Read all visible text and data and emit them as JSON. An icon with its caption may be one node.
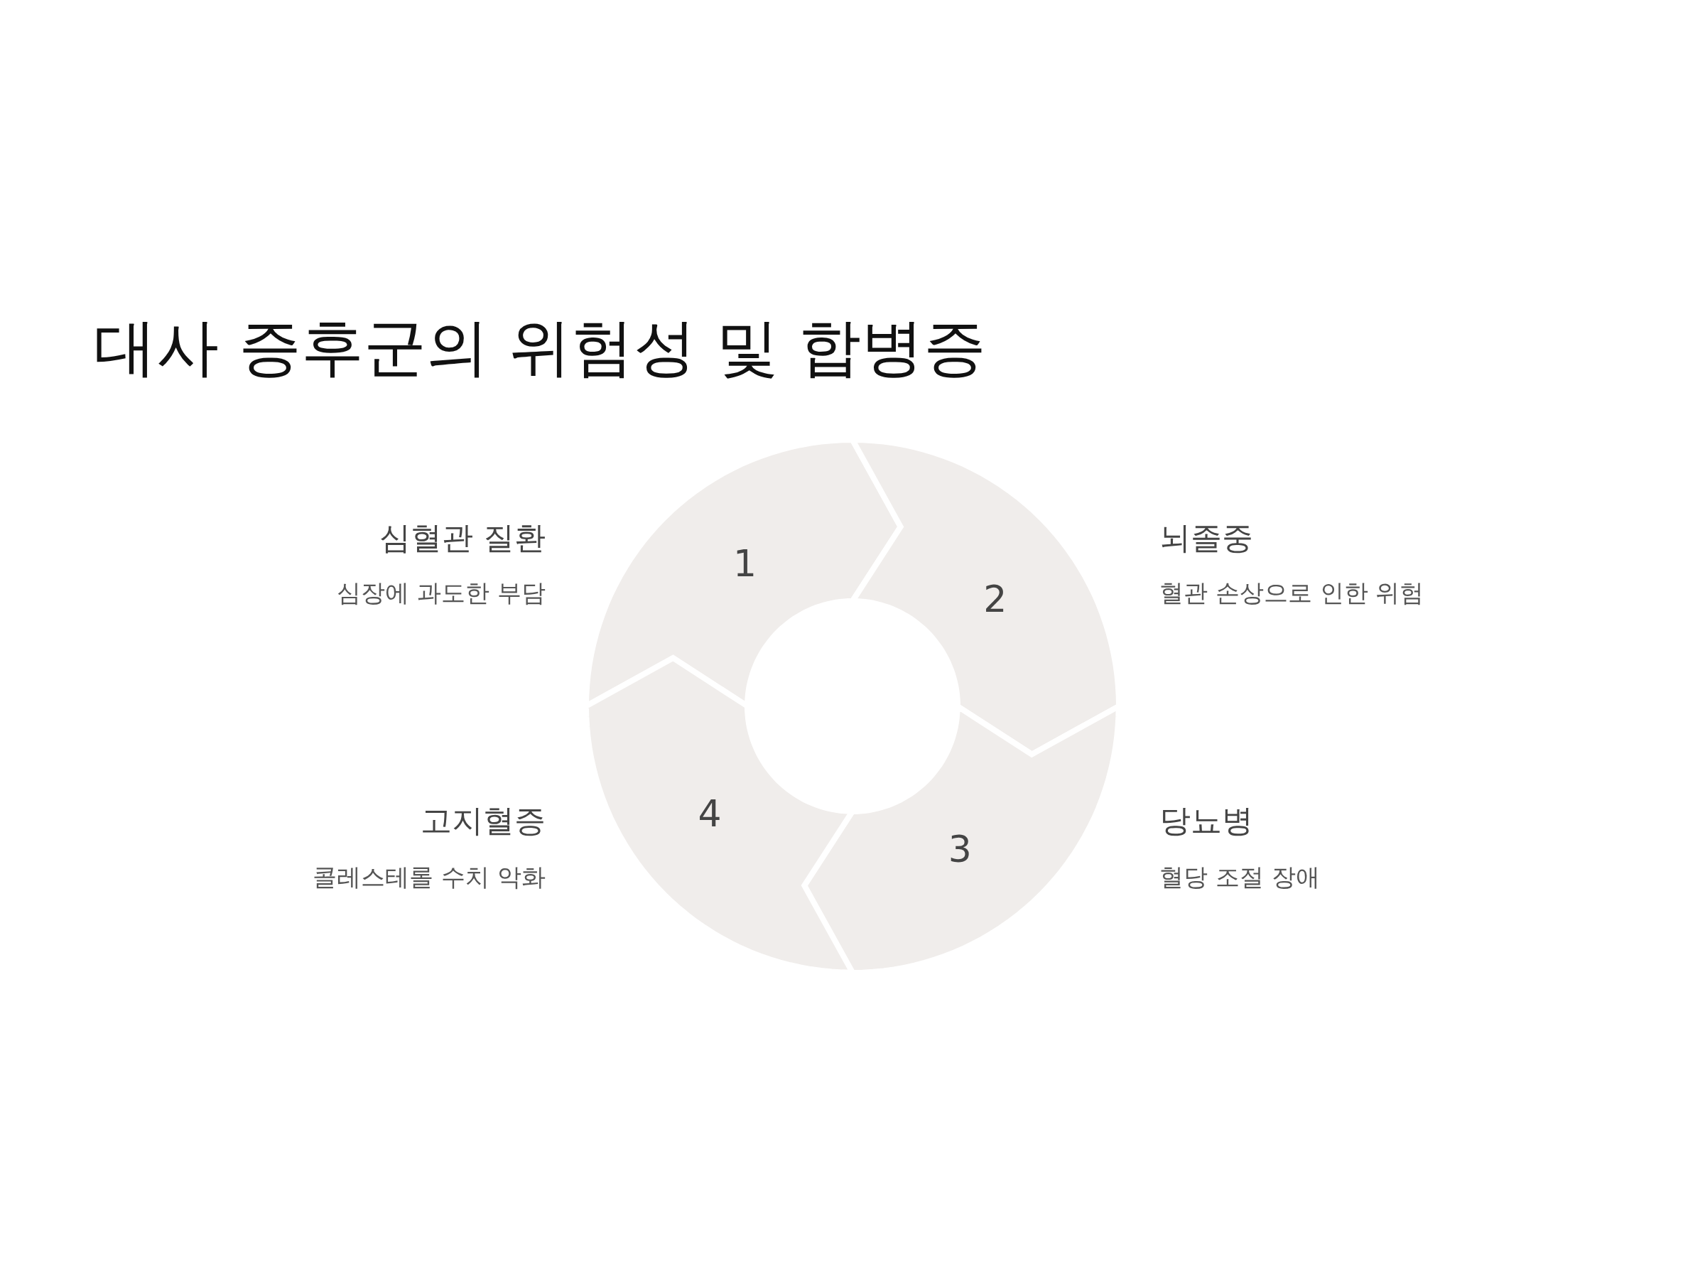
{
  "diagram": {
    "title": "대사 증후군의 위험성 및 합병증",
    "nodes": [
      {
        "text": [
          "1"
        ],
        "beside": [
          "심혈관 질환",
          "심장에 과도한 부담"
        ]
      },
      {
        "text": [
          "2"
        ],
        "beside": [
          "뇌졸중",
          "혈관 손상으로 인한 위험"
        ]
      },
      {
        "text": [
          "3"
        ],
        "beside": [
          "당뇨병",
          "혈당 조절 장애"
        ]
      },
      {
        "text": [
          "4"
        ],
        "beside": [
          "고지혈증",
          "콜레스테롤 수치 악화"
        ]
      }
    ]
  }
}
